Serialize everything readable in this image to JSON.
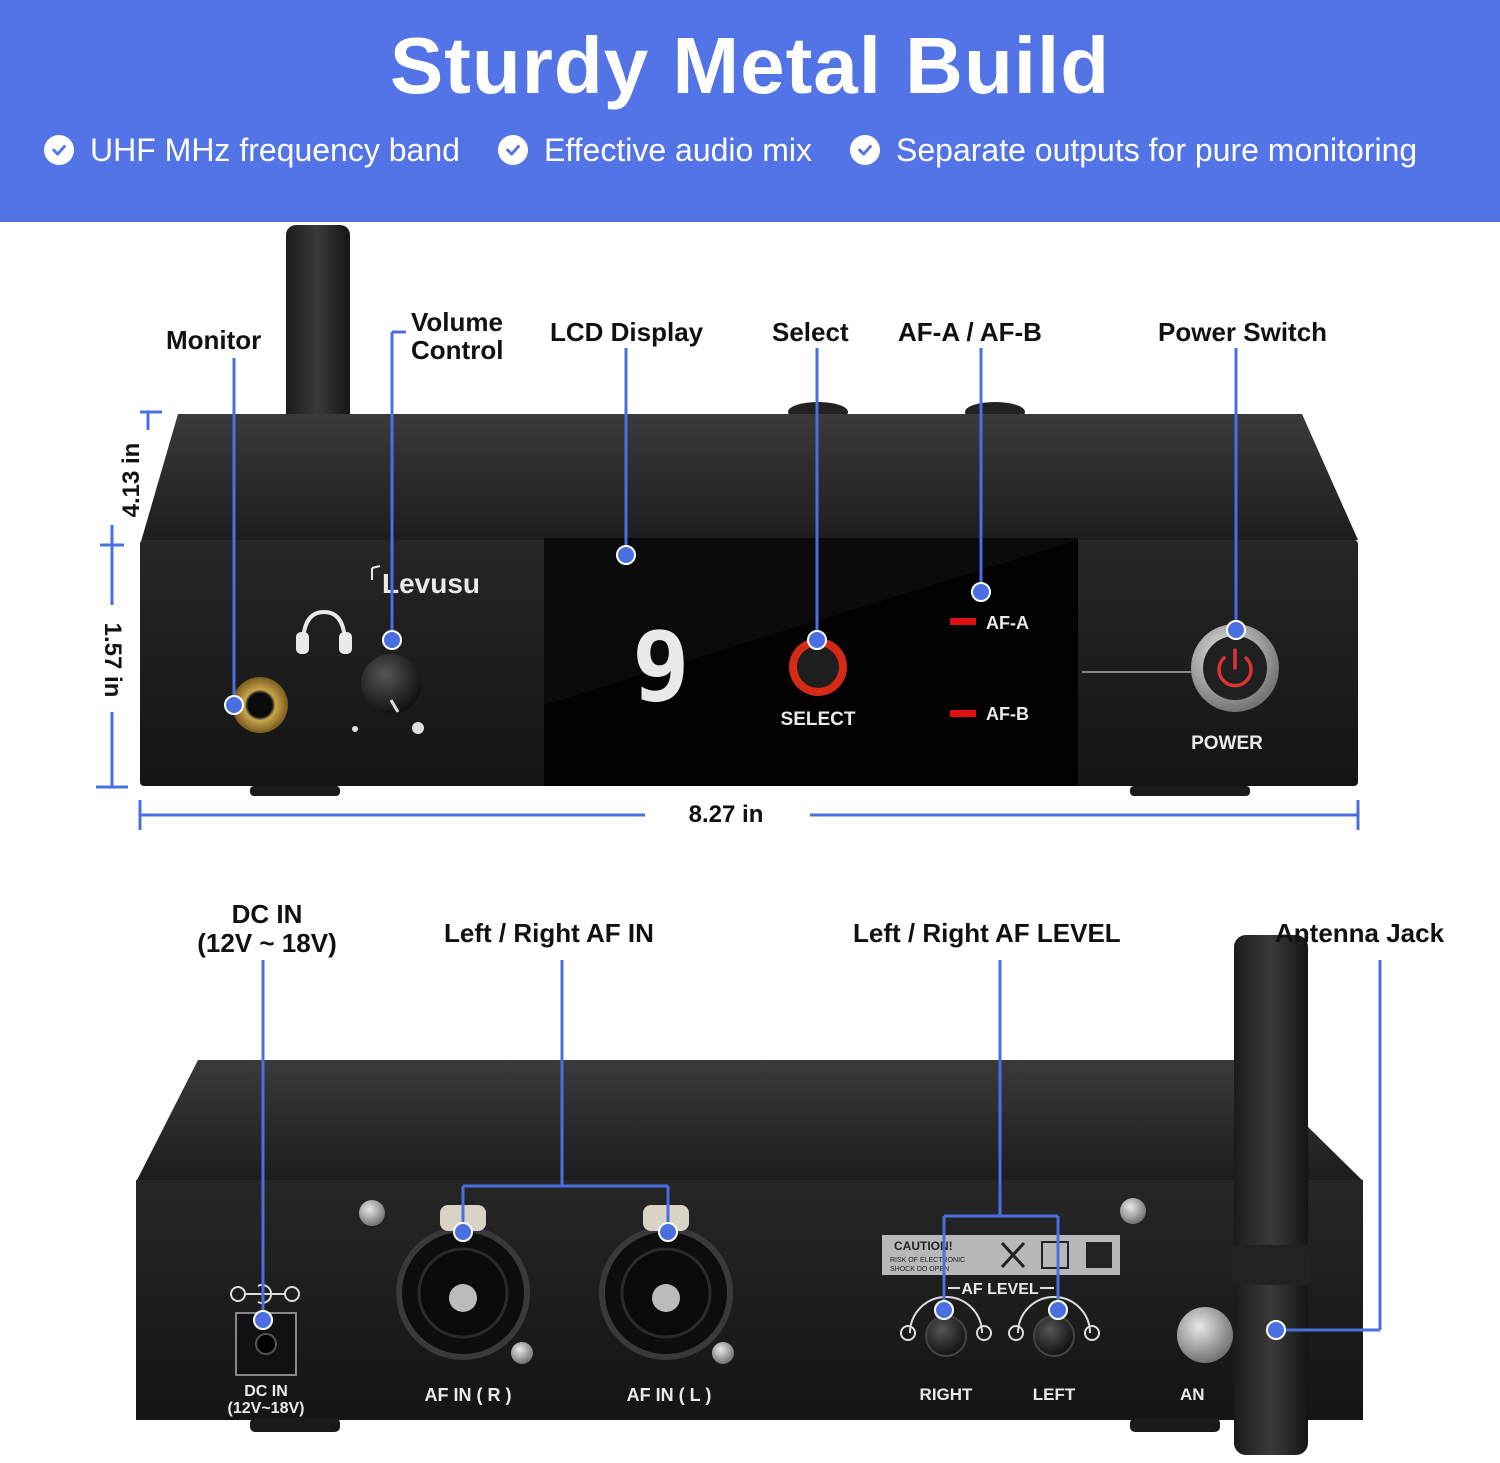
{
  "banner": {
    "title": "Sturdy Metal Build",
    "features": [
      "UHF MHz frequency band",
      "Effective audio mix",
      "Separate outputs for pure monitoring"
    ],
    "color": "#5274e6"
  },
  "front_panel": {
    "callouts": {
      "monitor": "Monitor",
      "volume_line1": "Volume",
      "volume_line2": "Control",
      "lcd": "LCD Display",
      "select": "Select",
      "af": "AF-A / AF-B",
      "power": "Power Switch"
    },
    "brand": "Levusu",
    "display_digit": "9",
    "select_label": "SELECT",
    "af_a": "AF-A",
    "af_b": "AF-B",
    "power_label": "POWER",
    "dimensions": {
      "depth": "4.13 in",
      "height": "1.57 in",
      "width": "8.27 in"
    }
  },
  "rear_panel": {
    "callouts": {
      "dc_in_line1": "DC IN",
      "dc_in_line2": "(12V ~ 18V)",
      "af_in": "Left / Right AF IN",
      "af_level": "Left / Right AF LEVEL",
      "antenna": "Antenna Jack"
    },
    "dc_label_line1": "DC IN",
    "dc_label_line2": "(12V~18V)",
    "af_in_r": "AF IN ( R )",
    "af_in_l": "AF IN ( L )",
    "af_level_title": "AF LEVEL",
    "right": "RIGHT",
    "left": "LEFT",
    "antenna_partial": "AN",
    "caution_title": "CAUTION!",
    "caution_line1": "RISK OF ELECTRONIC",
    "caution_line2": "SHOCK  DO  OPEN"
  },
  "colors": {
    "callout_line": "#4a6fe0",
    "device_body": "#1a1a1a",
    "led_red": "#e01010"
  }
}
